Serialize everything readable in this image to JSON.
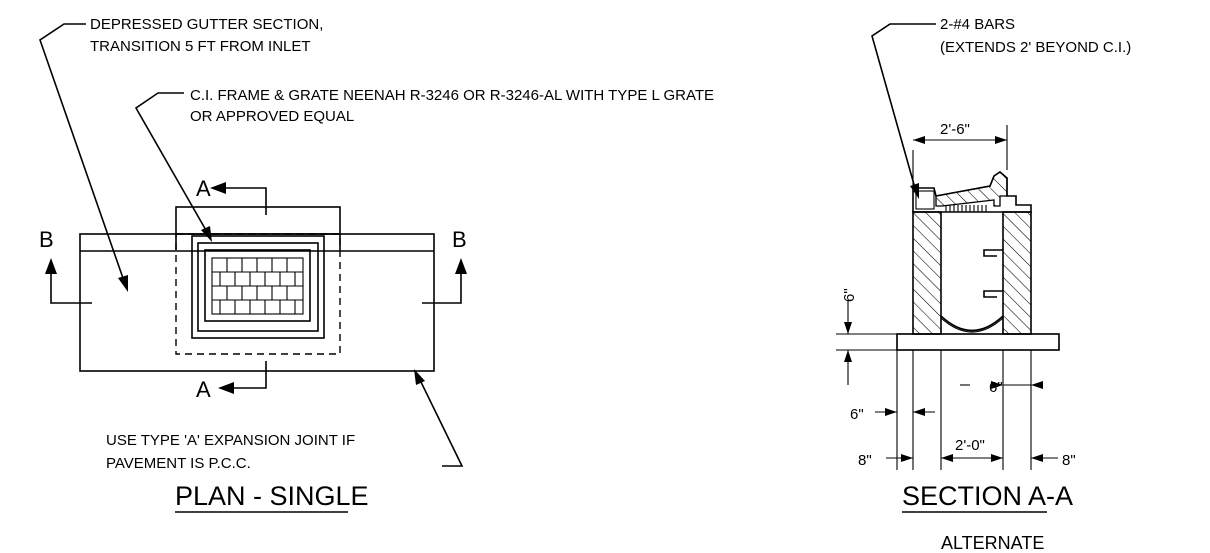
{
  "plan": {
    "title": "PLAN - SINGLE",
    "note_gutter": [
      "DEPRESSED GUTTER SECTION,",
      "TRANSITION 5 FT FROM INLET"
    ],
    "note_frame": [
      "C.I. FRAME & GRATE NEENAH R-3246 OR R-3246-AL WITH TYPE L GRATE",
      "OR APPROVED EQUAL"
    ],
    "note_joint": [
      "USE TYPE 'A' EXPANSION JOINT IF",
      "PAVEMENT IS P.C.C."
    ],
    "cut_a_top": "A",
    "cut_a_bottom": "A",
    "cut_b_left": "B",
    "cut_b_right": "B"
  },
  "section": {
    "title": "SECTION A-A",
    "subtitle": "ALTERNATE",
    "note_bars": [
      "2-#4 BARS",
      "(EXTENDS 2'  BEYOND C.I.)"
    ],
    "dim_top": "2'-6\"",
    "dim_base": "6\"",
    "dim_wall_inner": "6\"",
    "dim_left_small": "6\"",
    "dim_left_8": "8\"",
    "dim_inner": "2'-0\"",
    "dim_right_8": "8\""
  }
}
